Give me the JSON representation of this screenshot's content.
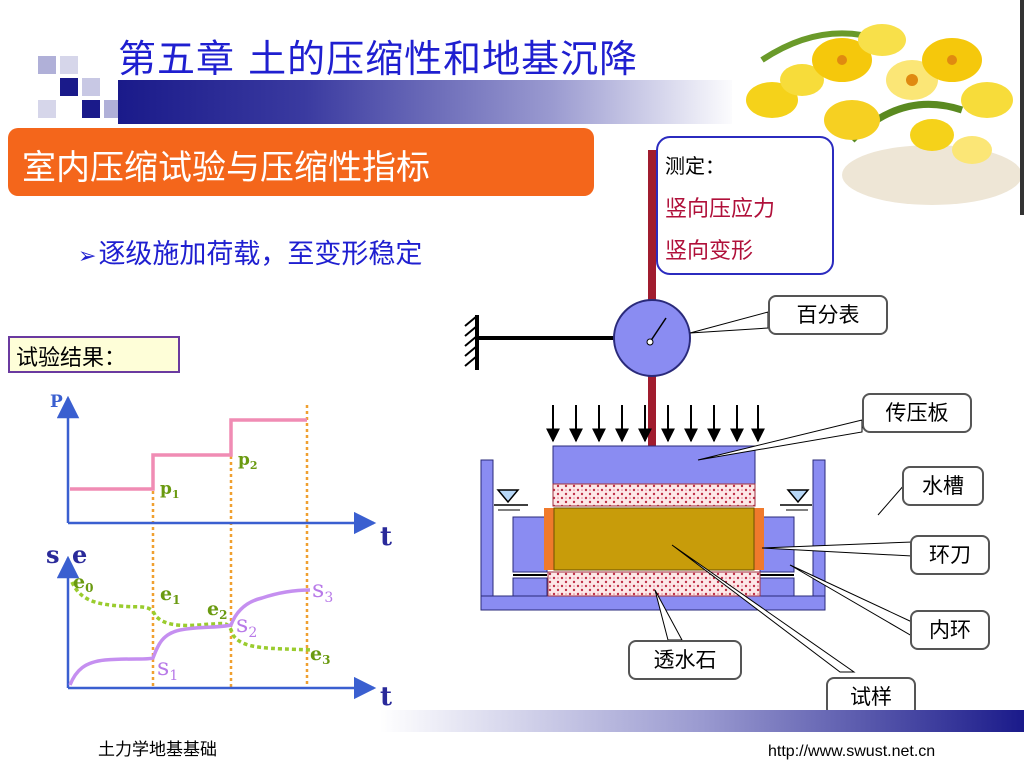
{
  "slide": {
    "title": "第五章  土的压缩性和地基沉降",
    "section_title": "室内压缩试验与压缩性指标",
    "bullet_mark": "➢",
    "bullet": "逐级施加荷载，至变形稳定",
    "measure": {
      "title": "测定：",
      "item1": "竖向压应力",
      "item2": "竖向变形"
    },
    "result_label": "试验结果：",
    "callouts": {
      "gauge": "百分表",
      "plate": "传压板",
      "tank": "水槽",
      "ring_knife": "环刀",
      "inner_ring": "内环",
      "porous_stone": "透水石",
      "specimen": "试样"
    },
    "footer_left": "土力学地基基础",
    "footer_right": "http://www.swust.net.cn"
  },
  "graph": {
    "p_axis": "P",
    "t_axis_top": "t",
    "t_axis_bottom": "t",
    "s_axis": "s",
    "e_axis": "e",
    "p1": "p",
    "p1_sub": "1",
    "p2": "p",
    "p2_sub": "2",
    "e0": "e",
    "e0_sub": "0",
    "e1": "e",
    "e1_sub": "1",
    "e2": "e",
    "e2_sub": "2",
    "e3": "e",
    "e3_sub": "3",
    "s1": "s",
    "s1_sub": "1",
    "s2": "s",
    "s2_sub": "2",
    "s3": "s",
    "s3_sub": "3"
  },
  "colors": {
    "title": "#1f1fd0",
    "section_bg": "#f4661b",
    "load_curve": "#f08cb4",
    "settlement_curve": "#c58ff0",
    "void_curve": "#9acc2e",
    "guide_lines": "#f0a030",
    "axes": "#3a5fd0",
    "apparatus_blue": "#8a8cf2",
    "specimen": "#c89c0a",
    "ring_knife": "#f07a2c",
    "gauge_rod": "#a01c2e"
  }
}
